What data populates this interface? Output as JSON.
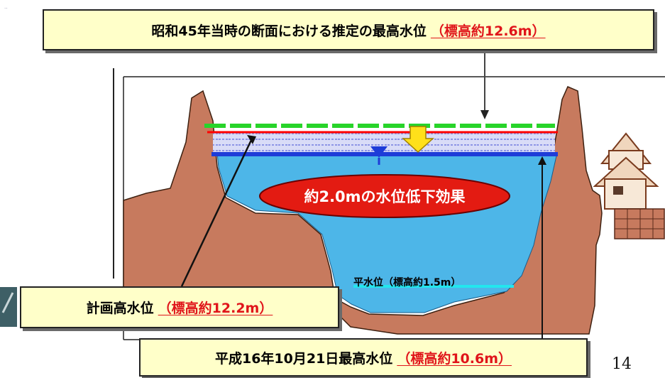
{
  "page_number": "14",
  "corner_mark": "‥",
  "labels": {
    "top": {
      "main": "昭和45年当時の断面における推定の最高水位",
      "elevation": "（標高約12.6m）"
    },
    "left": {
      "main": "計画高水位",
      "elevation": "（標高約12.2m）"
    },
    "bottom": {
      "main": "平成16年10月21日最高水位",
      "elevation": "（標高約10.6m）"
    },
    "effect": "約2.0mの水位低下効果",
    "normal_water": "平水位（標高約1.5m）"
  },
  "colors": {
    "callout_fill": "#ffffc9",
    "red_text": "#e0141a",
    "water": "#4db6e8",
    "bank": "#c77a5e",
    "ellipse": "#e31b12",
    "planned_line": "#ff0000",
    "flood_line": "#1e3cd8",
    "max_line": "#28d42a",
    "arrow": "#ffe01a"
  }
}
